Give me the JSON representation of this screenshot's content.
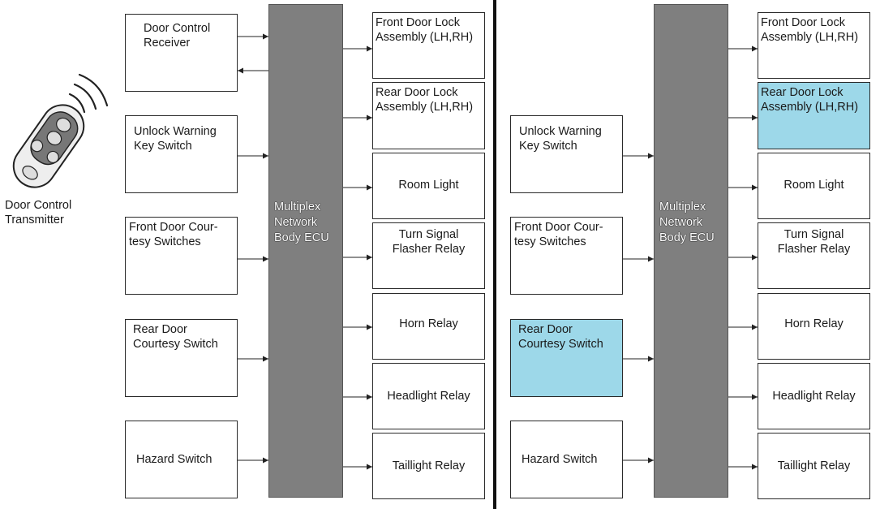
{
  "transmitter_label": "Door Control\nTransmitter",
  "ecu_label": "Multiplex\nNetwork\nBody ECU",
  "highlight_color": "#9dd8e9",
  "left_panel": {
    "inputs": [
      {
        "label": "Door Control\nReceiver",
        "highlight": false
      },
      {
        "label": "Unlock Warning\nKey Switch",
        "highlight": false
      },
      {
        "label": "Front Door Cour-\ntesy Switches",
        "highlight": false
      },
      {
        "label": "Rear Door\nCourtesy Switch",
        "highlight": false
      },
      {
        "label": "Hazard Switch",
        "highlight": false
      }
    ],
    "outputs": [
      {
        "label": "Front Door Lock\nAssembly (LH,RH)",
        "highlight": false
      },
      {
        "label": "Rear Door Lock\nAssembly (LH,RH)",
        "highlight": false
      },
      {
        "label": "Room Light",
        "highlight": false
      },
      {
        "label": "Turn Signal\nFlasher Relay",
        "highlight": false
      },
      {
        "label": "Horn Relay",
        "highlight": false
      },
      {
        "label": "Headlight Relay",
        "highlight": false
      },
      {
        "label": "Taillight Relay",
        "highlight": false
      }
    ]
  },
  "right_panel": {
    "inputs": [
      {
        "label": "Unlock Warning\nKey Switch",
        "highlight": false
      },
      {
        "label": "Front Door Cour-\ntesy Switches",
        "highlight": false
      },
      {
        "label": "Rear Door\nCourtesy Switch",
        "highlight": true
      },
      {
        "label": "Hazard Switch",
        "highlight": false
      }
    ],
    "outputs": [
      {
        "label": "Front Door Lock\nAssembly (LH,RH)",
        "highlight": false
      },
      {
        "label": "Rear Door Lock\nAssembly (LH,RH)",
        "highlight": true
      },
      {
        "label": "Room Light",
        "highlight": false
      },
      {
        "label": "Turn Signal\nFlasher Relay",
        "highlight": false
      },
      {
        "label": "Horn Relay",
        "highlight": false
      },
      {
        "label": "Headlight Relay",
        "highlight": false
      },
      {
        "label": "Taillight Relay",
        "highlight": false
      }
    ]
  }
}
